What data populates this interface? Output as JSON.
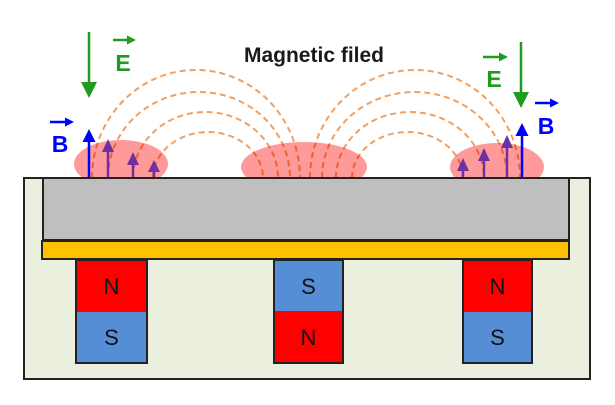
{
  "diagram": {
    "title": "Magnetic filed",
    "labels": {
      "electric_field_left": "E",
      "electric_field_right": "E",
      "magnetic_field_left": "B",
      "magnetic_field_right": "B"
    },
    "magnets": [
      {
        "top": "N",
        "bottom": "S"
      },
      {
        "top": "S",
        "bottom": "N"
      },
      {
        "top": "N",
        "bottom": "S"
      }
    ],
    "colors": {
      "north_pole": "#ff0000",
      "south_pole": "#558ed5",
      "electric_field": "#1f9c1f",
      "magnetic_field": "#0000ff",
      "ion_arrows": "#7030a0",
      "plasma": "#ff9a9a",
      "field_lines": "#f0a060",
      "field_lines_in_plasma": "#f0603a",
      "target": "#bfbfbf",
      "backing_plate": "#ffc000",
      "housing": "#ebefdd"
    }
  }
}
